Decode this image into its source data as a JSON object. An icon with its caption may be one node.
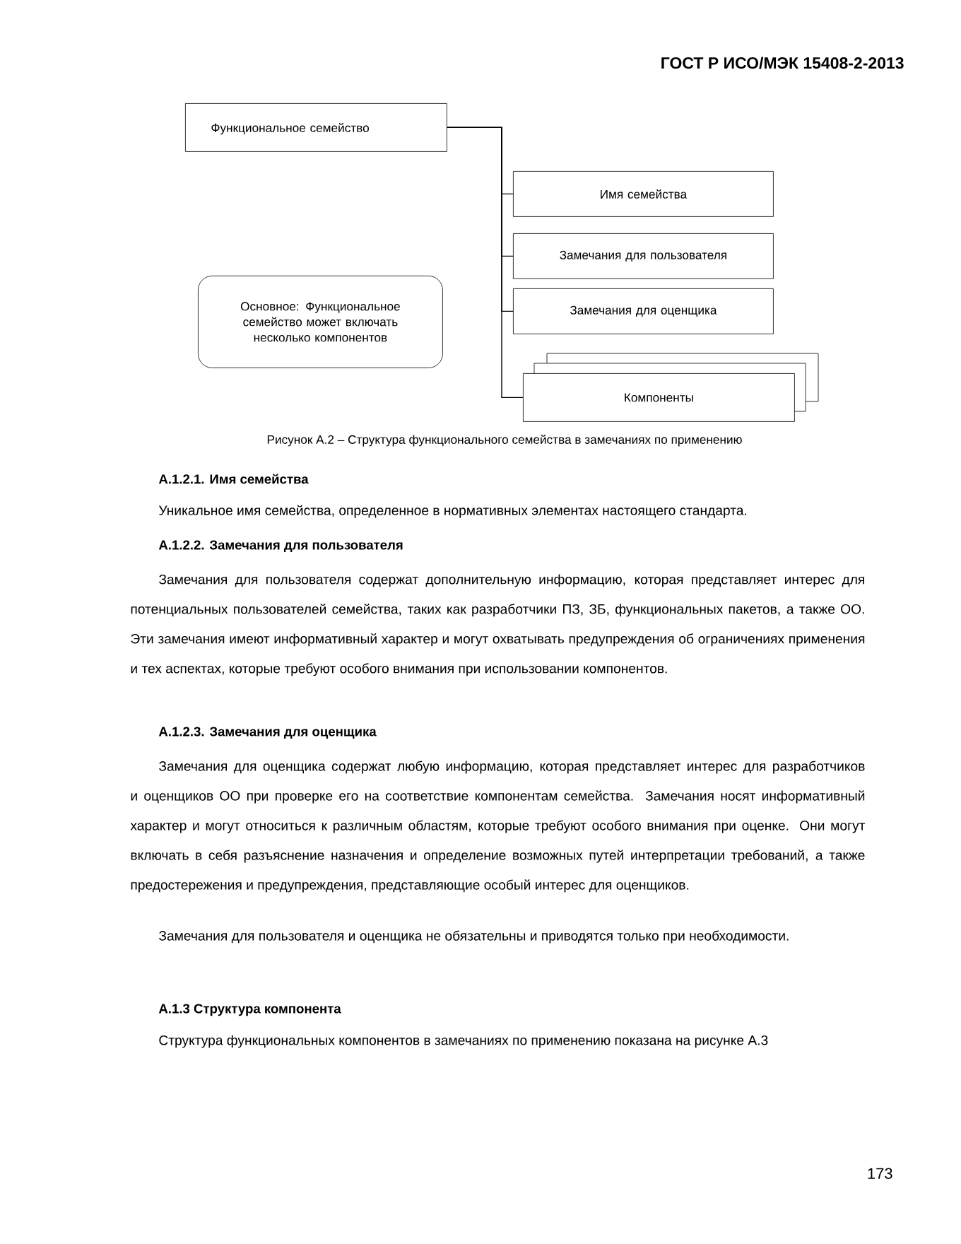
{
  "diagram": {
    "caption": "Рисунок А.2 – Структура функционального семейства в замечаниях по применению",
    "nodes": [
      {
        "text": [
          "Функциональное семейство"
        ]
      },
      {
        "text": [
          "Имя семейства"
        ]
      },
      {
        "text": [
          "Замечания для пользователя"
        ]
      },
      {
        "text": [
          "Замечания для оценщика"
        ]
      },
      {
        "text": [
          "Компоненты"
        ]
      },
      {
        "text": [
          "Основное: Функциональное семейство может включать несколько компонентов"
        ]
      }
    ],
    "edges": [
      {
        "from": 0,
        "to": 1,
        "arrow": "none"
      },
      {
        "from": 0,
        "to": 2,
        "arrow": "none"
      },
      {
        "from": 0,
        "to": 3,
        "arrow": "none"
      },
      {
        "from": 0,
        "to": 4,
        "arrow": "none"
      }
    ],
    "labels": [
      "ГОСТ Р ИСО/МЭК 15408-2-2013",
      "А.1.2.1. Имя семейства",
      "Уникальное имя семейства, определенное в нормативных элементах настоящего стандарта.",
      "А.1.2.2. Замечания для пользователя",
      "Замечания для пользователя содержат дополнительную информацию, которая представляет интерес для потенциальных пользователей семейства, таких как разработчики ПЗ, ЗБ, функциональных пакетов, а также ОО. Эти замечания имеют информативный характер и могут охватывать предупреждения об ограничениях применения и тех аспектах, которые требуют особого внимания при использовании компонентов.",
      "А.1.2.3. Замечания для оценщика",
      "Замечания для оценщика содержат любую информацию, которая представляет интерес для разработчиков и оценщиков ОО при проверке его на соответствие компонентам семейства. Замечания носят информативный характер и могут относиться к различным областям, которые требуют особого внимания при оценке. Они могут включать в себя разъяснение назначения и определение возможных путей интерпретации требований, а также предостережения и предупреждения, представляющие особый интерес для оценщиков.",
      "Замечания для пользователя и оценщика не обязательны и приводятся только при необходимости.",
      "А.1.3 Структура компонента",
      "Структура функциональных компонентов в замечаниях по применению показана на рисунке А.3",
      "173"
    ]
  }
}
